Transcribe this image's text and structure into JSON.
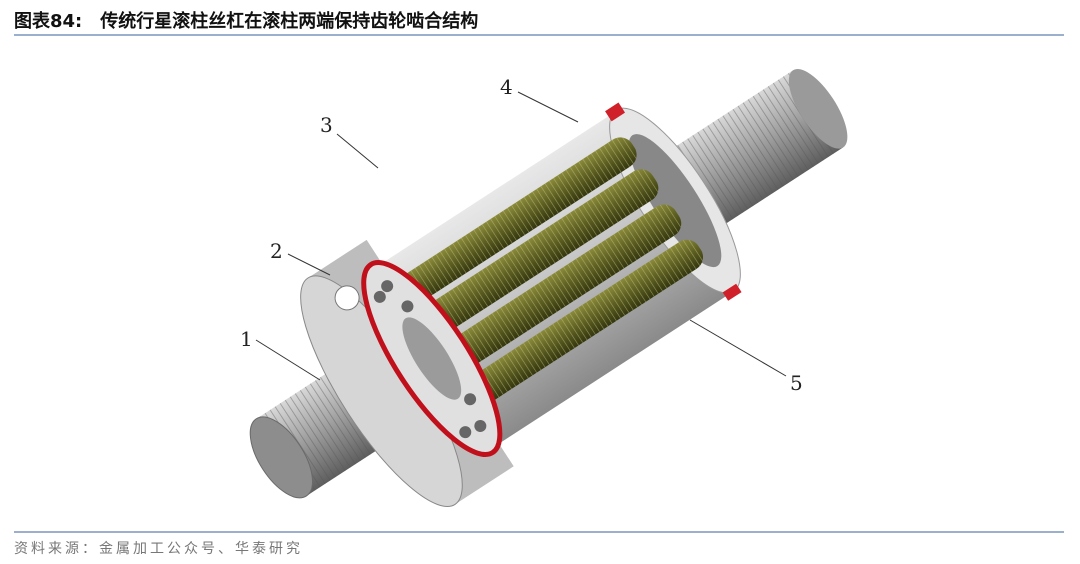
{
  "figure": {
    "number_label": "图表84:",
    "title": "传统行星滚柱丝杠在滚柱两端保持齿轮啮合结构",
    "source": "资料来源：金属加工公众号、华泰研究",
    "callouts": [
      "1",
      "2",
      "3",
      "4",
      "5"
    ]
  }
}
